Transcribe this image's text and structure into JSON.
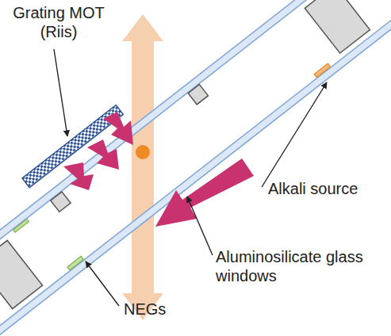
{
  "diagram": {
    "labels": [
      "Grating MOT (Riis)",
      "Alkali source",
      "Aluminosilicate glass windows",
      "NEGs"
    ]
  }
}
